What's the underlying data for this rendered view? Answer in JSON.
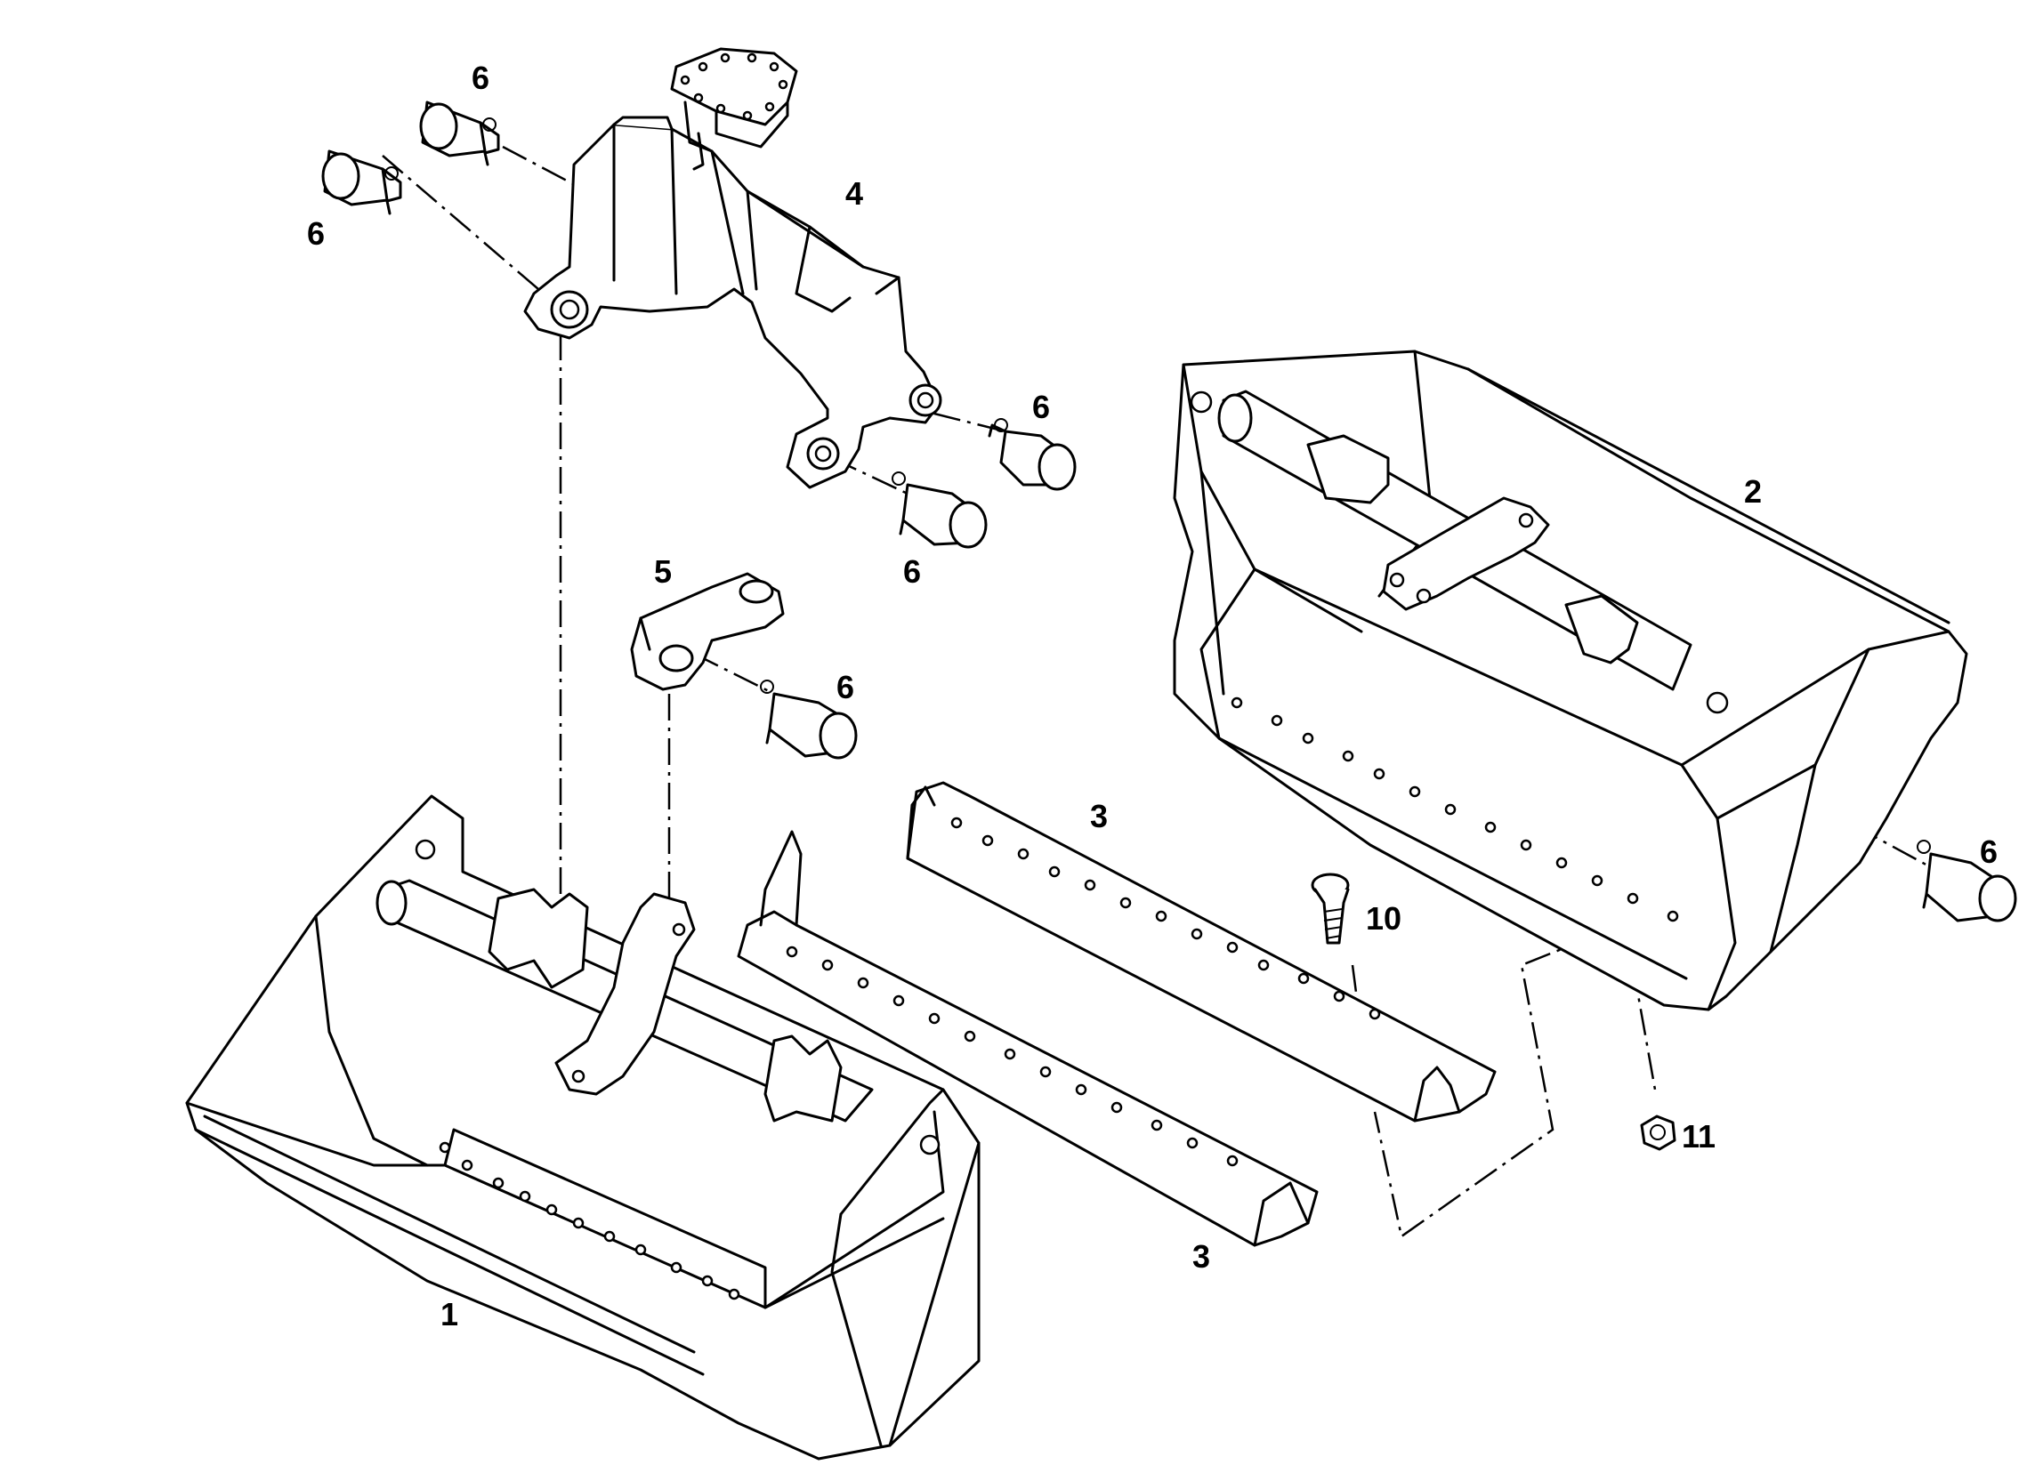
{
  "callouts": {
    "bucket_left": "1",
    "bucket_right": "2",
    "edge_upper": "3",
    "edge_lower": "3",
    "bracket": "4",
    "link": "5",
    "pin": "6",
    "bolt": "10",
    "nut": "11"
  }
}
